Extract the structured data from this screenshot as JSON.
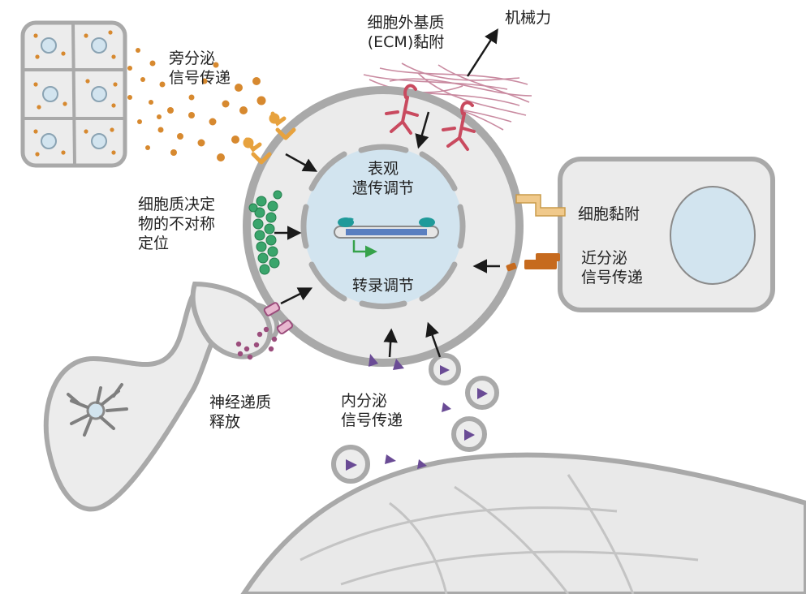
{
  "labels": {
    "paracrine": [
      "旁分泌",
      "信号传递"
    ],
    "ecm": [
      "细胞外基质",
      "(ECM)黏附"
    ],
    "mechanical": "机械力",
    "epigenetic": [
      "表观",
      "遗传调节"
    ],
    "transcription": "转录调节",
    "cytoplasmic": [
      "细胞质决定",
      "物的不对称",
      "定位"
    ],
    "cell_adhesion": "细胞黏附",
    "juxtacrine": [
      "近分泌",
      "信号传递"
    ],
    "neurotransmitter": [
      "神经递质",
      "释放"
    ],
    "endocrine": [
      "内分泌",
      "信号传递"
    ]
  },
  "colors": {
    "membrane": "#a9a9a9",
    "cytoplasm": "#ebebeb",
    "nucleus": "#d2e4ef",
    "paracrine_dots": "#d7892f",
    "receptor_orange": "#e7a23e",
    "ecm_fibers": "#c98aa0",
    "integrin_red": "#c94a5f",
    "determinants_green": "#3aa56c",
    "neuro_dots": "#9b4d7c",
    "endocrine_triangles": "#6a4b95",
    "adhesion_light": "#f0c98b",
    "juxtacrine_dark": "#c66a1e",
    "dna_blue": "#5a7fc0",
    "promoter_teal": "#1f9a9a",
    "arrow_green": "#36a24a"
  }
}
